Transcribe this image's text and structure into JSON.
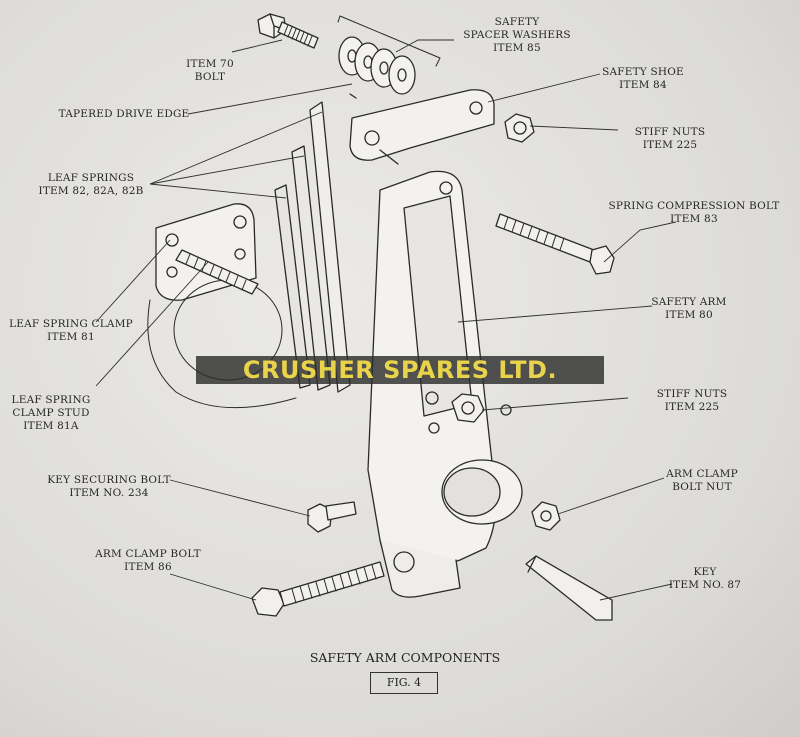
{
  "title": "SAFETY ARM COMPONENTS",
  "figure": "FIG. 4",
  "watermark": "CRUSHER SPARES LTD.",
  "labels": {
    "safety_spacer_washers": [
      "SAFETY",
      "SPACER WASHERS",
      "ITEM 85"
    ],
    "item70_bolt": [
      "ITEM 70",
      "BOLT"
    ],
    "safety_shoe": [
      "SAFETY SHOE",
      "ITEM 84"
    ],
    "tapered_drive_edge": [
      "TAPERED DRIVE EDGE"
    ],
    "stiff_nuts_top": [
      "STIFF NUTS",
      "ITEM 225"
    ],
    "leaf_springs": [
      "LEAF SPRINGS",
      "ITEM 82, 82A, 82B"
    ],
    "spring_compression_bolt": [
      "SPRING COMPRESSION BOLT",
      "ITEM 83"
    ],
    "safety_arm": [
      "SAFETY ARM",
      "ITEM 80"
    ],
    "leaf_spring_clamp": [
      "LEAF SPRING CLAMP",
      "ITEM 81"
    ],
    "stiff_nuts_mid": [
      "STIFF NUTS",
      "ITEM 225"
    ],
    "leaf_spring_clamp_stud": [
      "LEAF SPRING",
      "CLAMP STUD",
      "ITEM 81A"
    ],
    "key_securing_bolt": [
      "KEY SECURING BOLT",
      "ITEM No. 234"
    ],
    "arm_clamp_bolt_nut": [
      "ARM CLAMP",
      "BOLT NUT"
    ],
    "arm_clamp_bolt": [
      "ARM CLAMP BOLT",
      "ITEM 86"
    ],
    "key": [
      "KEY",
      "ITEM No. 87"
    ]
  },
  "colors": {
    "paper": "#e4e3e0",
    "ink": "#262626",
    "watermark_text": "#e8d34a",
    "watermark_band": "#2d2d2d"
  }
}
